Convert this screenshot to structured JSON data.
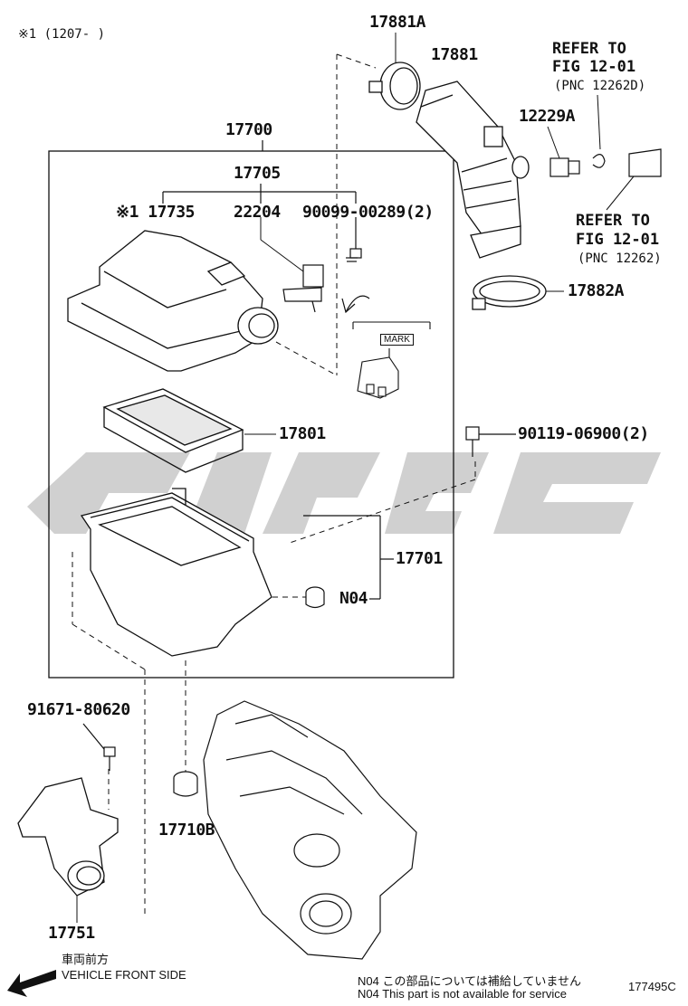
{
  "header_note": "※1 (1207-      )",
  "refer_top": {
    "line1": "REFER TO",
    "line2": "FIG 12-01",
    "line3": "(PNC 12262D)"
  },
  "refer_mid": {
    "line1": "REFER TO",
    "line2": "FIG 12-01",
    "line3": "(PNC 12262)"
  },
  "parts": {
    "p17881A": "17881A",
    "p17881": "17881",
    "p12229A": "12229A",
    "p17700": "17700",
    "p17705": "17705",
    "p17735": "※1 17735",
    "p22204": "22204",
    "p90099": "90099-00289(2)",
    "p17882A": "17882A",
    "mark": "MARK",
    "p17801": "17801",
    "p90119": "90119-06900(2)",
    "p17701": "17701",
    "pN04": "N04",
    "p91671": "91671-80620",
    "p17710B": "17710B",
    "p17751": "17751"
  },
  "direction": {
    "jp": "車両前方",
    "en": "VEHICLE FRONT SIDE"
  },
  "footnote": {
    "jp": "N04  この部品については補給していません",
    "en": "N04  This part is not available for service"
  },
  "figure_code": "177495C",
  "colors": {
    "line": "#111111",
    "watermark": "#c8c8c8"
  }
}
